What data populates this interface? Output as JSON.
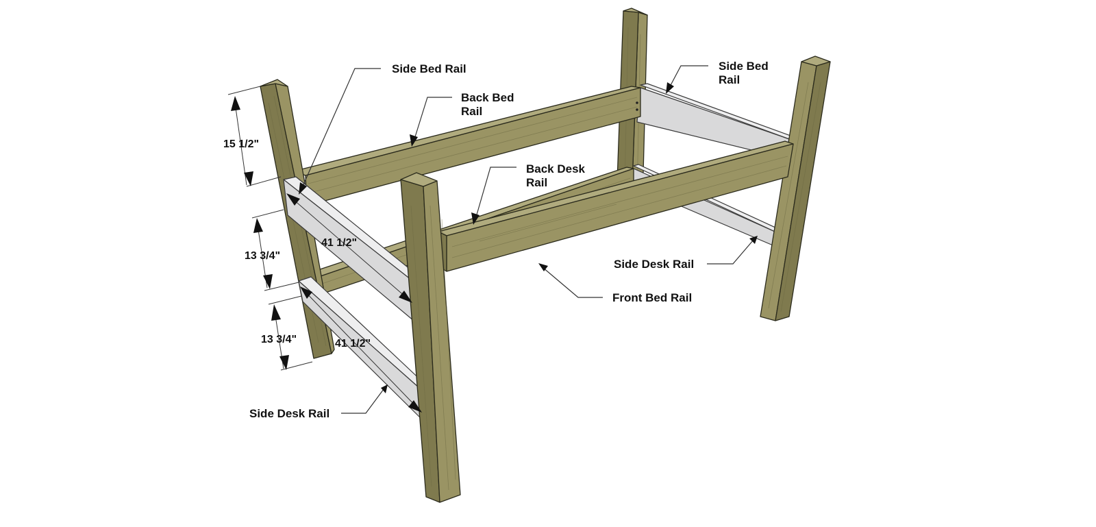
{
  "labels": {
    "side_bed_rail_left": "Side Bed Rail",
    "back_bed_rail_1": "Back Bed",
    "back_bed_rail_2": "Rail",
    "side_bed_rail_right_1": "Side Bed",
    "side_bed_rail_right_2": "Rail",
    "back_desk_rail_1": "Back Desk",
    "back_desk_rail_2": "Rail",
    "side_desk_rail_right": "Side Desk Rail",
    "front_bed_rail": "Front Bed Rail",
    "side_desk_rail_left": "Side Desk Rail"
  },
  "dimensions": {
    "top_gap": "15 1/2\"",
    "middle_gap": "13 3/4\"",
    "lower_gap": "13 3/4\"",
    "bed_side_rail_length": "41 1/2\"",
    "desk_side_rail_length": "41 1/2\""
  },
  "colors": {
    "wood": "#9a9464",
    "wood_dark": "#7f7a4e",
    "wood_light": "#b0ab7e",
    "grey_rail": "#d9d9da",
    "background": "#ffffff"
  }
}
